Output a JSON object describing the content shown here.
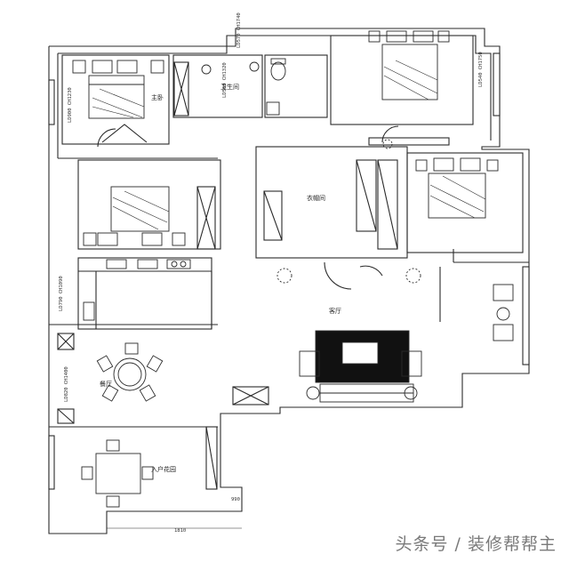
{
  "plan": {
    "dimensions": {
      "bath_top": "LD570 CH1740",
      "bedroom_ne": "LD540 CH1750",
      "master_bed": "LD900 CH1230",
      "bath_inner": "LD560 CH1320",
      "kitchen": "LD790 CH1090",
      "dining": "LD820 CH1400",
      "bottom_opening": "990",
      "bottom_width": "1810"
    },
    "labels": {
      "master_bed": "主卧",
      "bath": "卫生间",
      "cloakroom": "衣帽间",
      "living": "客厅",
      "dining": "餐厅",
      "entrance": "入户花园"
    }
  },
  "watermark": "头条号 / 装修帮帮主"
}
